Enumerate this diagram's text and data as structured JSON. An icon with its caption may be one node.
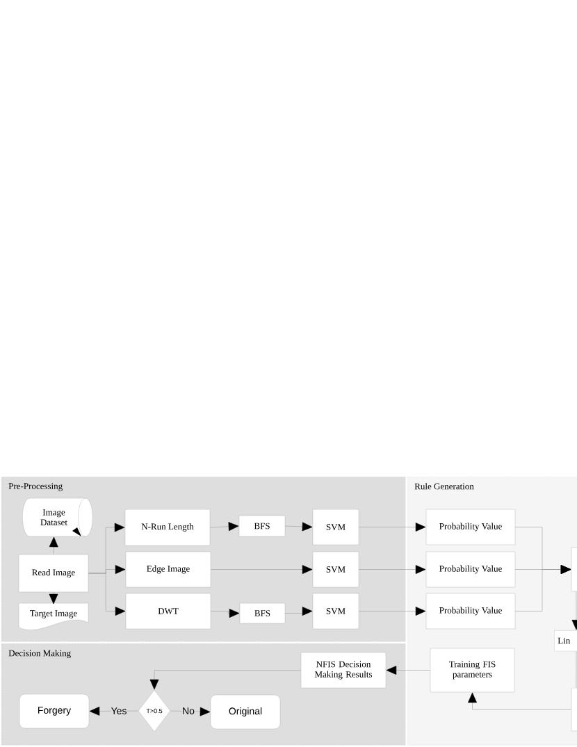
{
  "diagram": {
    "nodes": [
      {
        "text": [
          "Pre-Processing"
        ]
      },
      {
        "text": [
          "Rule Generation"
        ]
      },
      {
        "text": [
          "Decision Making"
        ]
      },
      {
        "text": [
          "Image Dataset"
        ],
        "in": 0
      },
      {
        "text": [
          "Read Image"
        ],
        "in": 0
      },
      {
        "text": [
          "Target Image"
        ],
        "in": 0
      },
      {
        "text": [
          "N-Run Length"
        ],
        "in": 0
      },
      {
        "text": [
          "Edge Image"
        ],
        "in": 0
      },
      {
        "text": [
          "DWT"
        ],
        "in": 0
      },
      {
        "text": [
          "BFS"
        ],
        "in": 0
      },
      {
        "text": [
          "BFS"
        ],
        "in": 0
      },
      {
        "text": [
          "SVM"
        ],
        "in": 0
      },
      {
        "text": [
          "SVM"
        ],
        "in": 0
      },
      {
        "text": [
          "SVM"
        ],
        "in": 0
      },
      {
        "text": [
          "Probability Value"
        ],
        "in": 1
      },
      {
        "text": [
          "Probability Value"
        ],
        "in": 1
      },
      {
        "text": [
          "Probability Value"
        ],
        "in": 1
      },
      {
        "text": [],
        "shape": "box",
        "in": 1
      },
      {
        "text": [
          "Lin"
        ],
        "in": 1
      },
      {
        "text": [
          "Training FIS parameters"
        ],
        "in": 1
      },
      {
        "text": [],
        "shape": "box",
        "in": 1
      },
      {
        "text": [
          "NFIS Decision Making Results"
        ],
        "in": 2
      },
      {
        "text": [
          "T>0.5"
        ],
        "in": 2
      },
      {
        "text": [
          "Forgery"
        ],
        "in": 2
      },
      {
        "text": [
          "Original"
        ],
        "in": 2
      }
    ],
    "edges": [
      {
        "from": 4,
        "to": 3,
        "arrow": "to"
      },
      {
        "from": 4,
        "to": 5,
        "arrow": "to"
      },
      {
        "from": 4,
        "to": 6,
        "arrow": "to"
      },
      {
        "from": 4,
        "to": 7,
        "arrow": "to"
      },
      {
        "from": 4,
        "to": 8,
        "arrow": "to"
      },
      {
        "from": 6,
        "to": 9,
        "arrow": "to"
      },
      {
        "from": 9,
        "to": 11,
        "arrow": "to"
      },
      {
        "from": 7,
        "to": 12,
        "arrow": "to"
      },
      {
        "from": 8,
        "to": 10,
        "arrow": "to"
      },
      {
        "from": 10,
        "to": 13,
        "arrow": "to"
      },
      {
        "from": 11,
        "to": 14,
        "arrow": "to"
      },
      {
        "from": 12,
        "to": 15,
        "arrow": "to"
      },
      {
        "from": 13,
        "to": 16,
        "arrow": "to"
      },
      {
        "from": 14,
        "to": 17,
        "arrow": "to"
      },
      {
        "from": 15,
        "to": 17,
        "arrow": "to"
      },
      {
        "from": 16,
        "to": 17,
        "arrow": "to"
      },
      {
        "from": 17,
        "to": 18,
        "arrow": "to"
      },
      {
        "from": 18,
        "to": 20,
        "arrow": "none"
      },
      {
        "from": 20,
        "to": 19,
        "arrow": "to"
      },
      {
        "from": 19,
        "to": 21,
        "arrow": "to"
      },
      {
        "from": 21,
        "to": 22,
        "arrow": "to"
      },
      {
        "from": 22,
        "to": 23,
        "arrow": "to",
        "label": "Yes"
      },
      {
        "from": 22,
        "to": 24,
        "arrow": "to",
        "label": "No"
      }
    ]
  }
}
